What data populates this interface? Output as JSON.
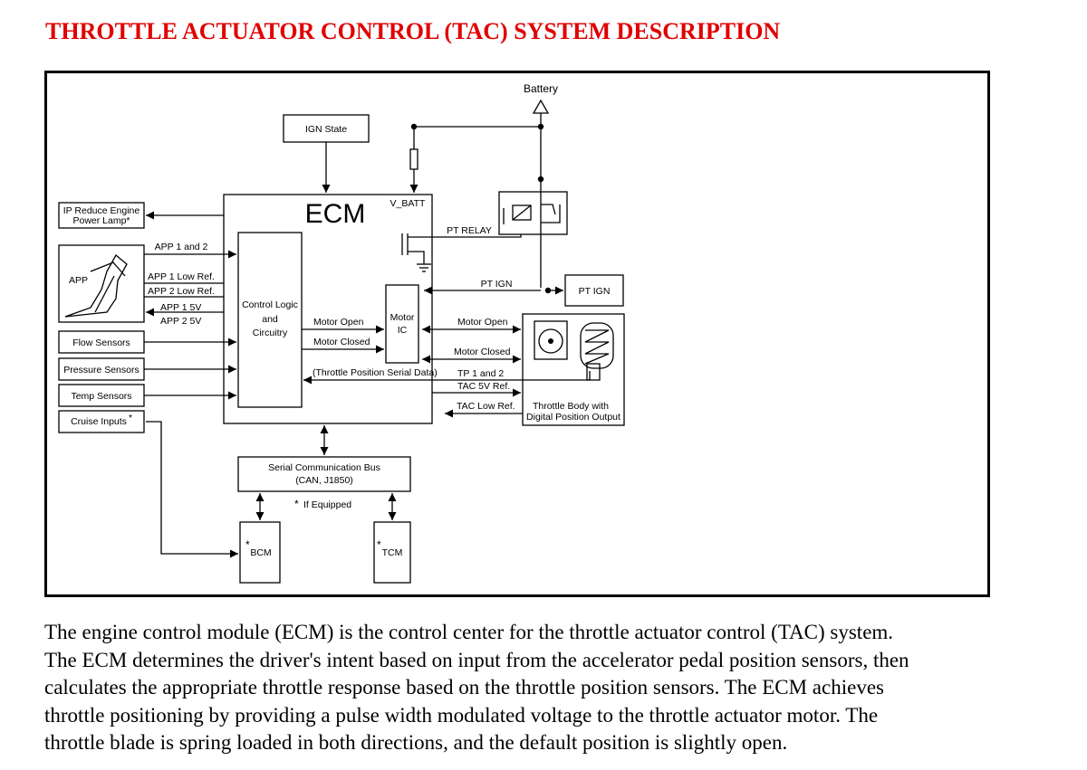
{
  "page_title": "THROTTLE ACTUATOR CONTROL (TAC) SYSTEM DESCRIPTION",
  "colors": {
    "title": "#e00000",
    "line": "#000000",
    "background": "#ffffff"
  },
  "diagram": {
    "battery": "Battery",
    "ign_state": "IGN State",
    "ecm": "ECM",
    "v_batt": "V_BATT",
    "pt_relay": "PT RELAY",
    "pt_ign_line": "PT IGN",
    "pt_ign_box": "PT IGN",
    "ip_reduce_lamp": [
      "IP Reduce Engine",
      "Power Lamp*"
    ],
    "app": "APP",
    "app_1_and_2": "APP 1 and 2",
    "app_1_low_ref": "APP 1 Low Ref.",
    "app_2_low_ref": "APP 2 Low Ref.",
    "app_1_5v": "APP 1 5V",
    "app_2_5v": "APP 2 5V",
    "control_logic": [
      "Control Logic",
      "and",
      "Circuitry"
    ],
    "motor_ic": [
      "Motor",
      "IC"
    ],
    "motor_open_inner": "Motor Open",
    "motor_closed_inner": "Motor Closed",
    "motor_open_outer": "Motor Open",
    "motor_closed_outer": "Motor Closed",
    "throttle_serial": "(Throttle Position Serial Data)",
    "tp_1_and_2": "TP 1 and 2",
    "tac_5v_ref": "TAC 5V Ref.",
    "tac_low_ref": "TAC Low Ref.",
    "flow_sensors": "Flow Sensors",
    "pressure_sensors": "Pressure Sensors",
    "temp_sensors": "Temp Sensors",
    "cruise_inputs": "Cruise Inputs",
    "asterisk": "*",
    "serial_bus": [
      "Serial Communication Bus",
      "(CAN, J1850)"
    ],
    "if_equipped": "If Equipped",
    "bcm": "BCM",
    "tcm": "TCM",
    "throttle_body": [
      "Throttle Body with",
      "Digital Position Output"
    ]
  },
  "description_lines": [
    "The engine control module (ECM) is the control center for the throttle actuator control (TAC) system.",
    "The ECM determines the driver's intent based on input from the accelerator pedal position sensors, then",
    "calculates the appropriate throttle response based on the throttle position sensors. The ECM achieves",
    "throttle positioning by providing a pulse width modulated voltage to the throttle actuator motor. The",
    "throttle blade is spring loaded in both directions, and the default position is slightly open."
  ]
}
